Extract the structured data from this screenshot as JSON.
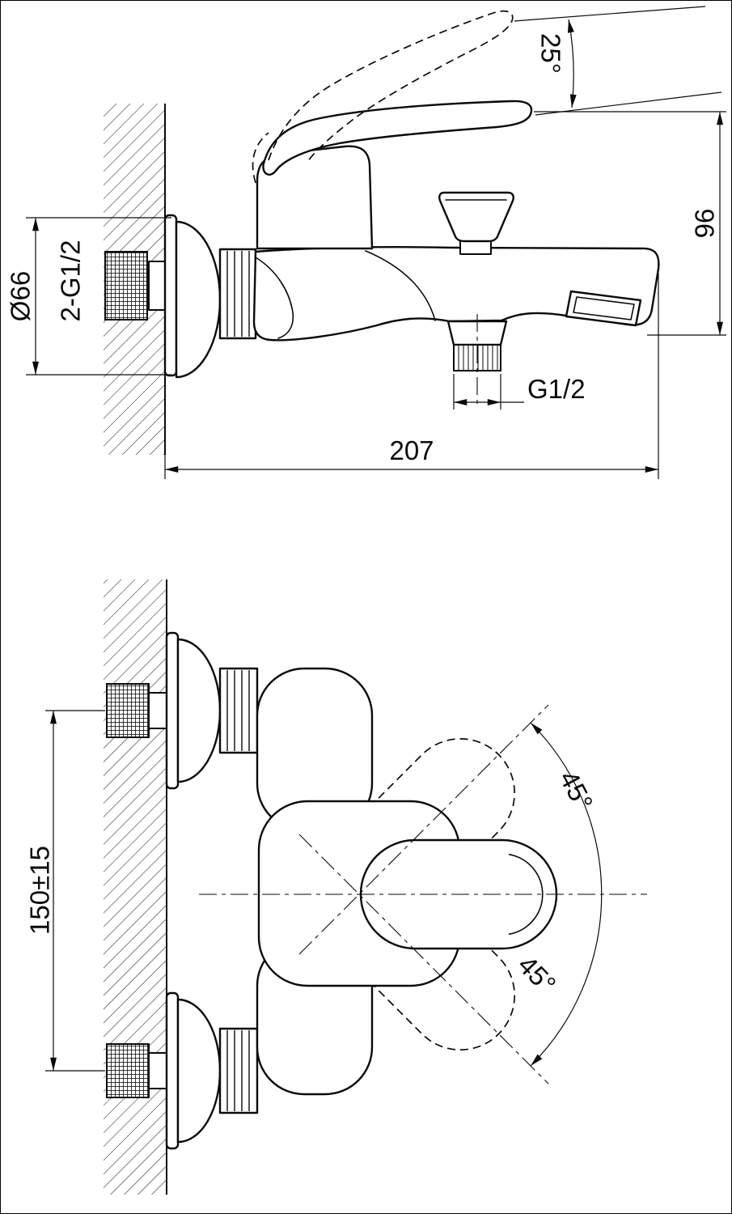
{
  "colors": {
    "line": "#0a0a0a",
    "background": "#ffffff"
  },
  "side_view": {
    "handle_angle_label": "25°",
    "height_label": "96",
    "flange_diameter_label": "Ø66",
    "inlet_thread_label": "2-G1/2",
    "shower_outlet_thread_label": "G1/2",
    "overall_length_label": "207"
  },
  "plan_view": {
    "hole_spacing_label": "150±15",
    "swing_upper_label": "45°",
    "swing_lower_label": "45°"
  }
}
